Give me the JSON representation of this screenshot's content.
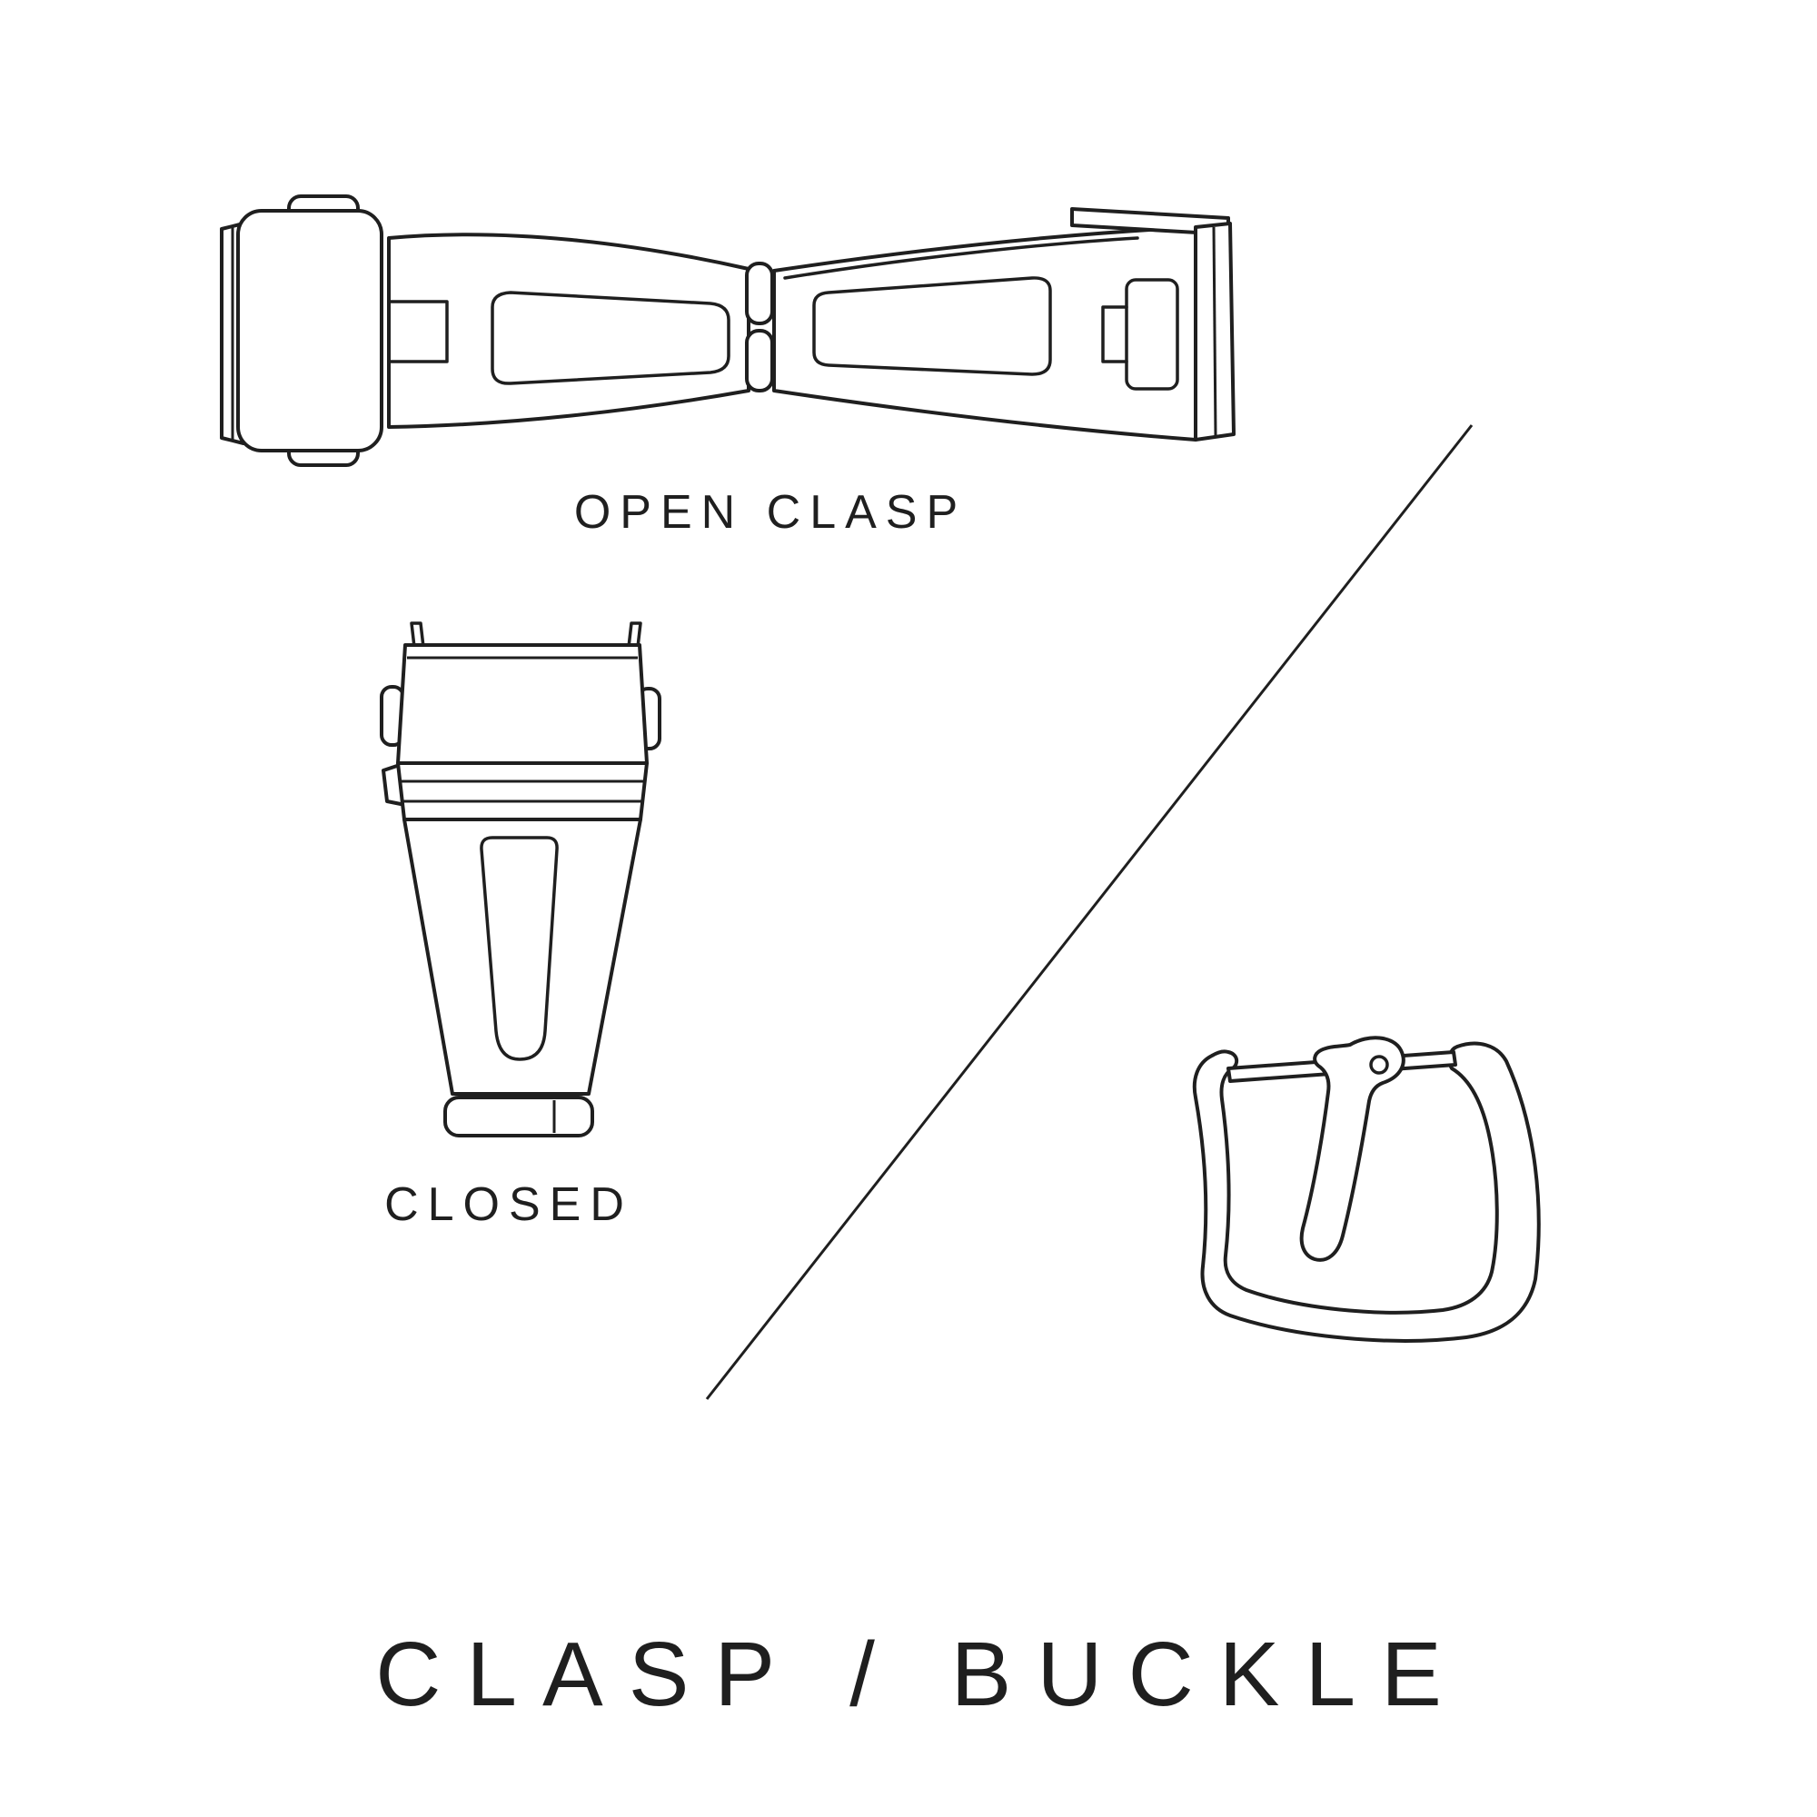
{
  "colors": {
    "ink": "#1f1f1f",
    "background": "#ffffff"
  },
  "diagram": {
    "title": "CLASP / BUCKLE",
    "captions": {
      "open_clasp": "OPEN CLASP",
      "closed_clasp": "CLOSED"
    },
    "illustrations": [
      "open-clasp",
      "closed-clasp",
      "pin-buckle"
    ],
    "divider": "diagonal-line"
  }
}
